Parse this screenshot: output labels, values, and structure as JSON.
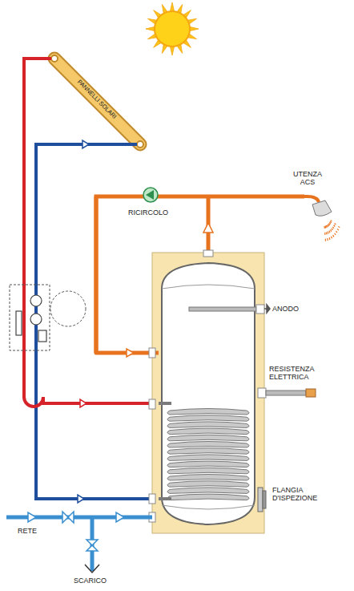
{
  "diagram": {
    "labels": [
      "PANNELLI SOLARI",
      "UTENZA ACS",
      "RICIRCOLO",
      "ANODO",
      "RESISTENZA ELETTRICA",
      "FLANGIA D'ISPEZIONE",
      "RETE",
      "SCARICO"
    ]
  }
}
